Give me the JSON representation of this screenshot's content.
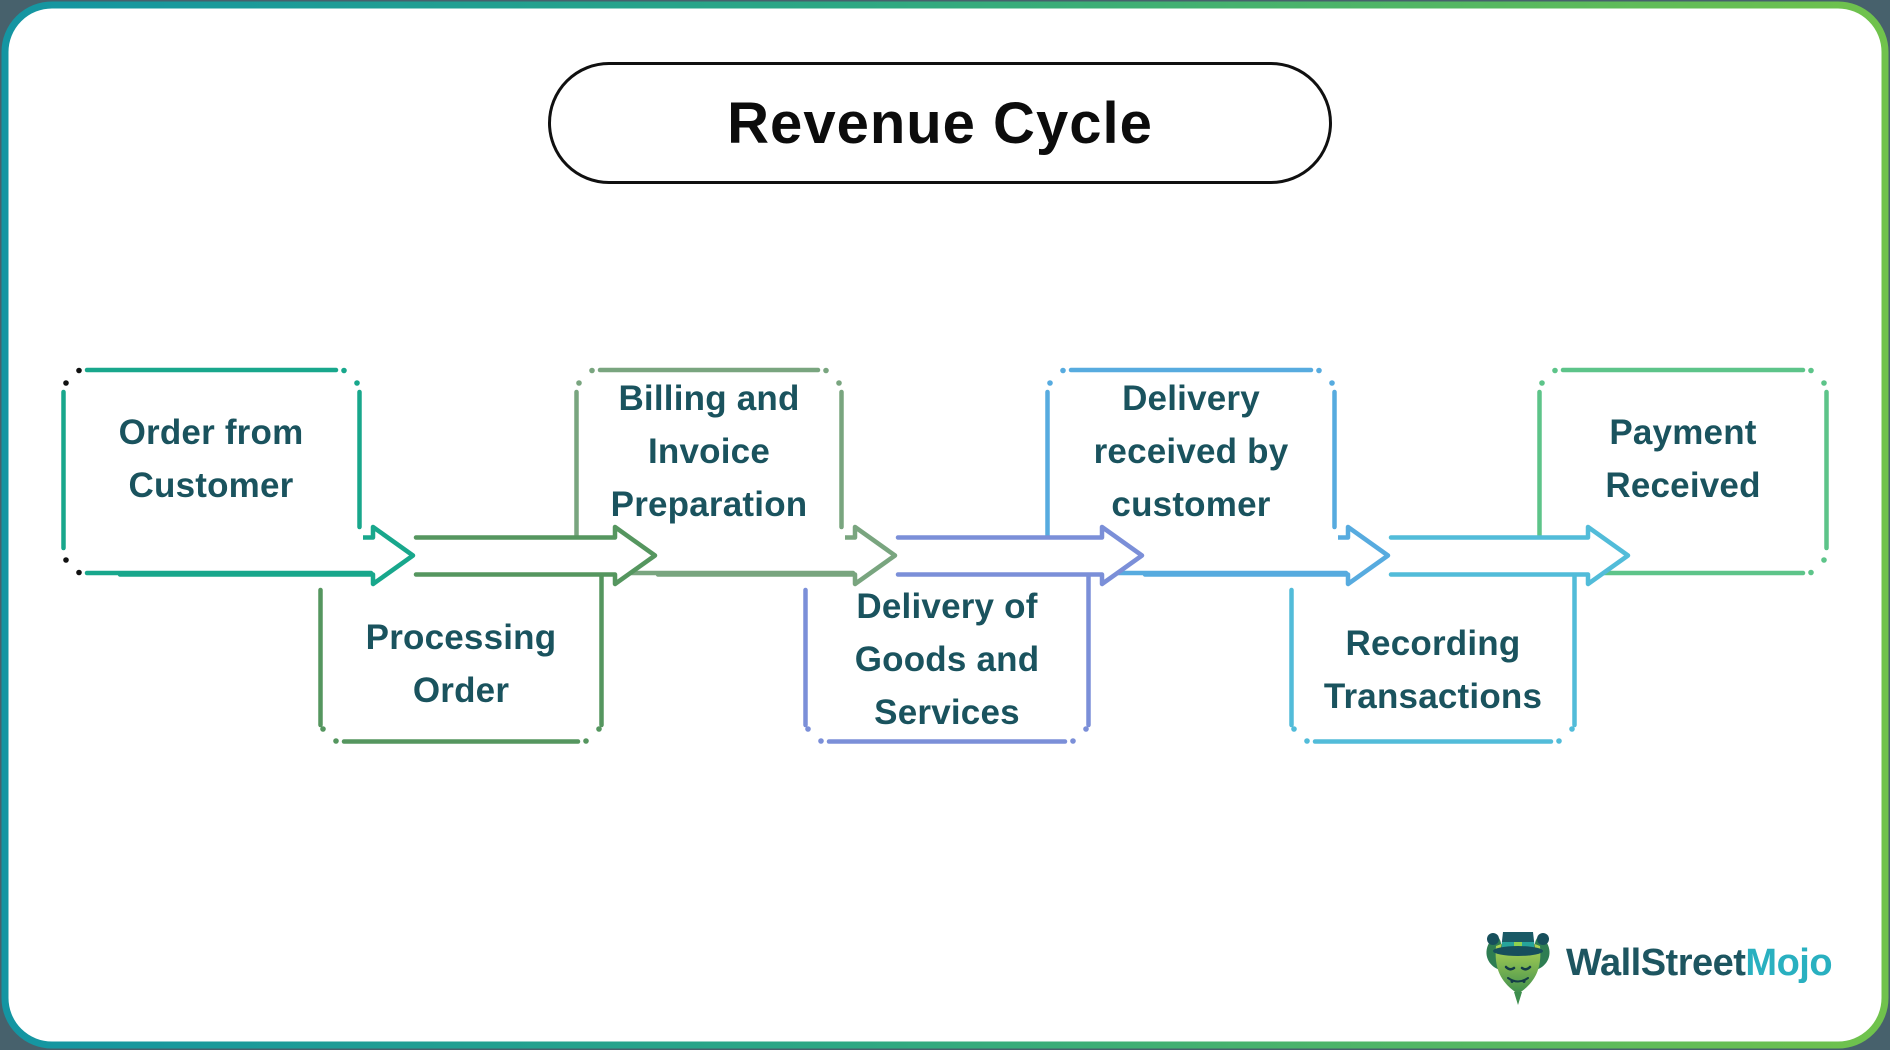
{
  "title": {
    "text": "Revenue Cycle",
    "border_color": "#101010",
    "text_color": "#0c0c0c"
  },
  "flow": {
    "label_text_color": "#1a535e",
    "boxes": [
      {
        "name": "order-from-customer",
        "lines": [
          "Order from",
          "Customer"
        ],
        "border_color": "#18a78c"
      },
      {
        "name": "processing-order",
        "lines": [
          "Processing",
          "Order"
        ],
        "border_color": "#55965f"
      },
      {
        "name": "billing-and-invoice-preparation",
        "lines": [
          "Billing and",
          "Invoice",
          "Preparation"
        ],
        "border_color": "#79a57f"
      },
      {
        "name": "delivery-of-goods-and-services",
        "lines": [
          "Delivery of",
          "Goods and",
          "Services"
        ],
        "border_color": "#7b8fd8"
      },
      {
        "name": "delivery-received-by-customer",
        "lines": [
          "Delivery",
          "received by",
          "customer"
        ],
        "border_color": "#57abdf"
      },
      {
        "name": "recording-transactions",
        "lines": [
          "Recording",
          "Transactions"
        ],
        "border_color": "#52bcd9"
      },
      {
        "name": "payment-received",
        "lines": [
          "Payment",
          "Received"
        ],
        "border_color": "#5dc489"
      }
    ],
    "arrows": [
      {
        "from": "Order from Customer",
        "to": "Processing Order",
        "color": "#18a78c"
      },
      {
        "from": "Processing Order",
        "to": "Billing and Invoice Preparation",
        "color": "#55965f"
      },
      {
        "from": "Billing and Invoice Preparation",
        "to": "Delivery of Goods and Services",
        "color": "#79a57f"
      },
      {
        "from": "Delivery of Goods and Services",
        "to": "Delivery received by customer",
        "color": "#7b8fd8"
      },
      {
        "from": "Delivery received by customer",
        "to": "Recording Transactions",
        "color": "#57abdf"
      },
      {
        "from": "Recording Transactions",
        "to": "Payment Received",
        "color": "#52bcd9"
      }
    ]
  },
  "frame": {
    "gradient_start": "#1495a2",
    "gradient_mid": "#2da883",
    "gradient_end": "#70c24c",
    "corner_background": "#47616c",
    "accent_dot_color": "#111111"
  },
  "logo": {
    "brand_primary": "WallStreet",
    "brand_secondary": "Mojo",
    "primary_color": "#1d5560",
    "secondary_color": "#29b0c0"
  }
}
